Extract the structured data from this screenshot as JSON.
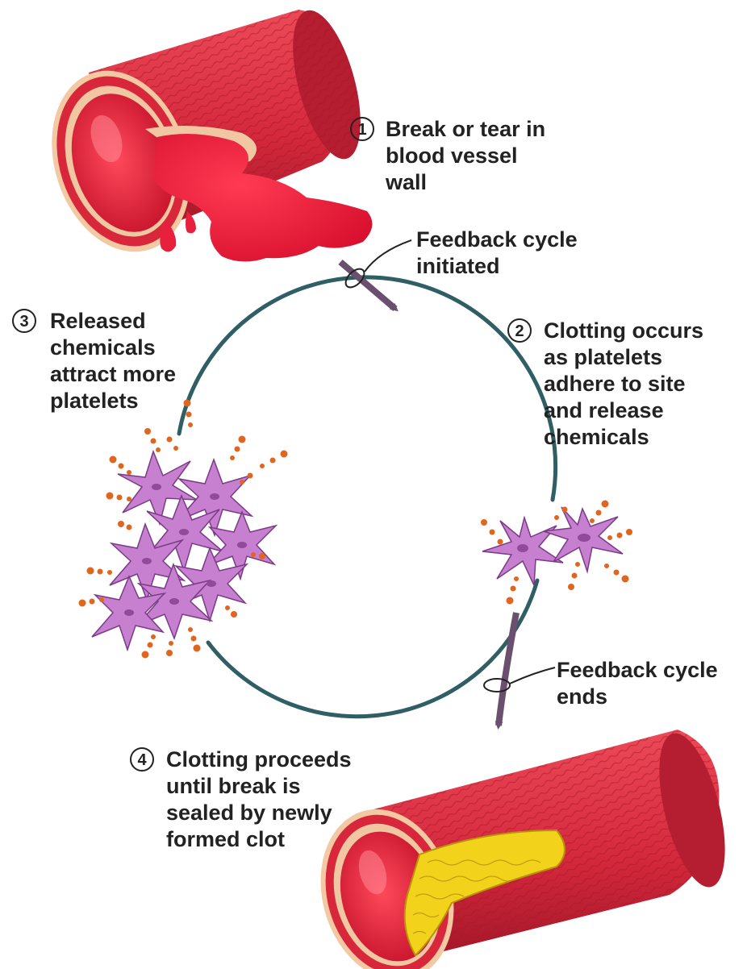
{
  "steps": [
    {
      "number": "1",
      "lines": [
        "Break or tear in",
        "blood vessel",
        "wall"
      ]
    },
    {
      "number": "2",
      "lines": [
        "Clotting occurs",
        "as platelets",
        "adhere to site",
        "and release",
        "chemicals"
      ]
    },
    {
      "number": "3",
      "lines": [
        "Released",
        "chemicals",
        "attract more",
        "platelets"
      ]
    },
    {
      "number": "4",
      "lines": [
        "Clotting proceeds",
        "until break is",
        "sealed by newly",
        "formed clot"
      ]
    }
  ],
  "callouts": {
    "start": [
      "Feedback cycle",
      "initiated"
    ],
    "end": [
      "Feedback cycle",
      "ends"
    ]
  },
  "colors": {
    "cycle": "#2f5f64",
    "arrow": "#6b4f6e",
    "vessel": "#d4283c",
    "blood": "#e8203e",
    "platelet": "#c77fd0",
    "chemical_dot": "#e0651e",
    "clot": "#f2d21a"
  }
}
